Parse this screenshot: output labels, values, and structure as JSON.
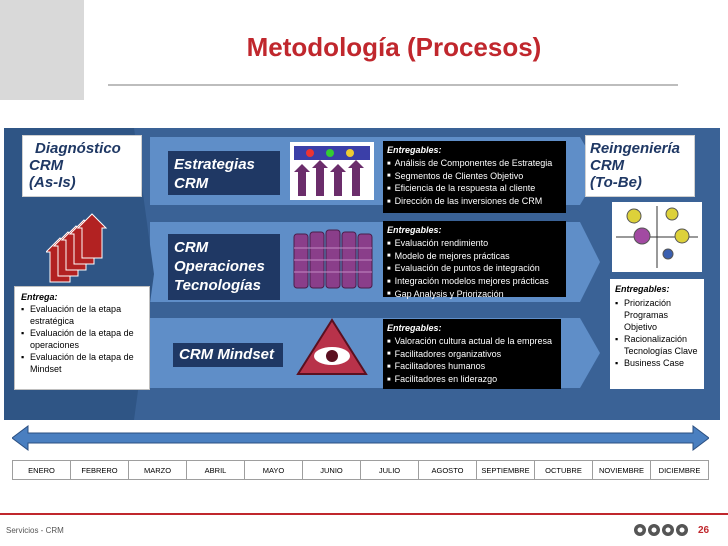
{
  "title": "Metodología (Procesos)",
  "diagnostico": {
    "line1": "Diagnóstico",
    "line2": "CRM",
    "line3": "(As-Is)"
  },
  "reingenieria": {
    "line1": "Reingeniería",
    "line2": "CRM",
    "line3": "(To-Be)"
  },
  "labels": {
    "estrategias": {
      "line1": "Estrategias",
      "line2": "CRM"
    },
    "operaciones": {
      "line1": "CRM",
      "line2": "Operaciones",
      "line3": "Tecnologías"
    },
    "mindset": "CRM Mindset"
  },
  "entregables": [
    {
      "header": "Entregables:",
      "items": [
        "Análisis de Componentes de Estrategia",
        "Segmentos de Clientes Objetivo",
        "Eficiencia de la respuesta al cliente",
        "Dirección de las inversiones de CRM"
      ]
    },
    {
      "header": "Entregables:",
      "items": [
        "Evaluación rendimiento",
        "Modelo de mejores prácticas",
        "Evaluación de puntos de integración",
        "Integración modelos mejores prácticas",
        "Gap Analysis y Priorización"
      ]
    },
    {
      "header": "Entregables:",
      "items": [
        "Valoración cultura actual de la empresa",
        "Facilitadores organizativos",
        "Facilitadores humanos",
        "Facilitadores en liderazgo"
      ]
    }
  ],
  "entrega": {
    "header": "Entrega:",
    "items": [
      "Evaluación de la etapa estratégica",
      "Evaluación de la etapa de operaciones",
      "Evaluación de la etapa de Mindset"
    ]
  },
  "entregables_right": {
    "header": "Entregables:",
    "items": [
      "Priorización Programas Objetivo",
      "Racionalización Tecnologías Clave",
      "Business Case"
    ]
  },
  "months": [
    "ENERO",
    "FEBRERO",
    "MARZO",
    "ABRIL",
    "MAYO",
    "JUNIO",
    "JULIO",
    "AGOSTO",
    "SEPTIEMBRE",
    "OCTUBRE",
    "NOVIEMBRE",
    "DICIEMBRE"
  ],
  "footer": {
    "text": "Servicios - CRM",
    "page": "26"
  },
  "colors": {
    "title": "#c0272d",
    "panel": "#3a6296",
    "band": "#5f8ec8",
    "label": "#1f3864",
    "timeline": "#4a7fc0"
  }
}
